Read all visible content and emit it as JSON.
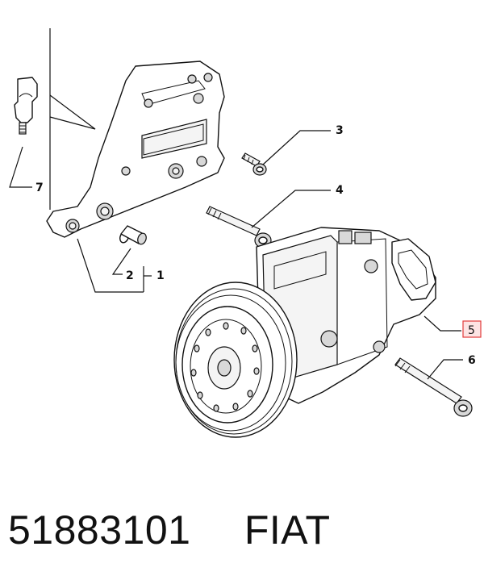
{
  "callouts": [
    {
      "id": "1",
      "label": "1",
      "highlighted": false
    },
    {
      "id": "2",
      "label": "2",
      "highlighted": false
    },
    {
      "id": "3",
      "label": "3",
      "highlighted": false
    },
    {
      "id": "4",
      "label": "4",
      "highlighted": false
    },
    {
      "id": "5",
      "label": "5",
      "highlighted": true
    },
    {
      "id": "6",
      "label": "6",
      "highlighted": false
    },
    {
      "id": "7",
      "label": "7",
      "highlighted": false
    }
  ],
  "footer": {
    "part_number": "51883101",
    "brand": "FIAT"
  },
  "colors": {
    "highlight_border": "#e23b3b",
    "highlight_fill": "#fde3e3",
    "line": "#111111"
  }
}
